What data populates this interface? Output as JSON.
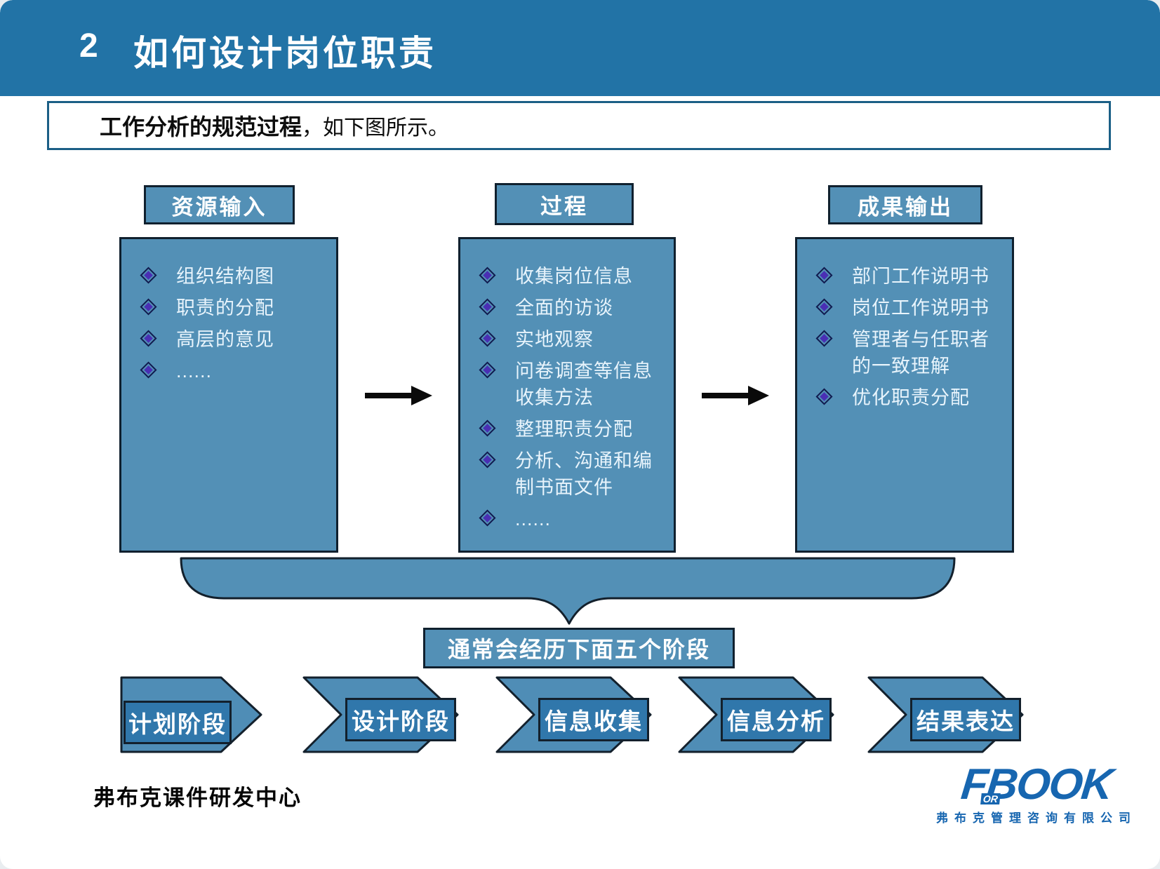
{
  "slide": {
    "number": "2",
    "title": "如何设计岗位职责",
    "subtitle_bold": "工作分析的规范过程",
    "subtitle_rest": "，如下图所示。"
  },
  "columns": [
    {
      "header": "资源输入",
      "items": [
        "组织结构图",
        "职责的分配",
        "高层的意见",
        "......"
      ]
    },
    {
      "header": "过程",
      "items": [
        "收集岗位信息",
        "全面的访谈",
        "实地观察",
        "问卷调查等信息收集方法",
        "整理职责分配",
        "分析、沟通和编制书面文件",
        "......"
      ]
    },
    {
      "header": "成果输出",
      "items": [
        "部门工作说明书",
        "岗位工作说明书",
        "管理者与任职者的一致理解",
        "优化职责分配"
      ]
    }
  ],
  "brace_label": "通常会经历下面五个阶段",
  "stages": [
    "计划阶段",
    "设计阶段",
    "信息收集",
    "信息分析",
    "结果表达"
  ],
  "footer": {
    "left_text": "弗布克课件研发中心",
    "logo_main": "FBOOK",
    "logo_or": "OR",
    "logo_sub": "弗布克管理咨询有限公司"
  },
  "colors": {
    "header_band": "#2273a6",
    "box_fill": "#5390b6",
    "box_border": "#10202e",
    "chevron_inner": "#3077ab",
    "bullet_purple": "#4a2fb4",
    "logo_blue": "#1766b0",
    "arrow_black": "#0a0a0a"
  }
}
